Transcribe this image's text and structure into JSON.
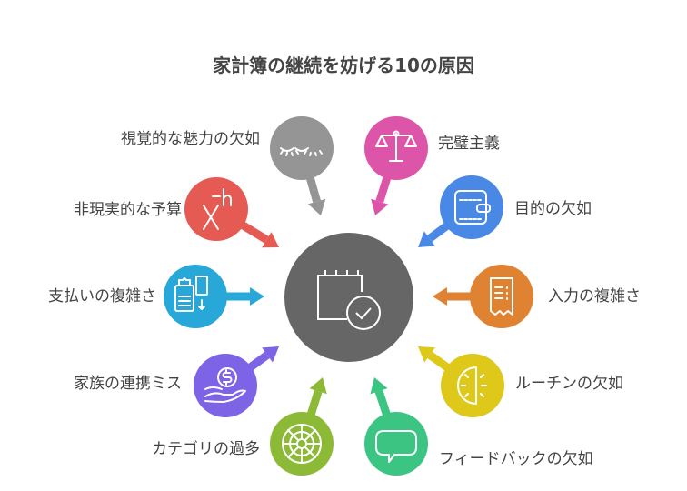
{
  "title": "家計簿の継続を妨げる10の原因",
  "center": {
    "icon": "calendar-check-icon",
    "color": "#666666"
  },
  "nodes": [
    {
      "label": "視覚的な魅力の欠如",
      "icon": "closed-eyes-icon",
      "color": "#959595"
    },
    {
      "label": "完璧主義",
      "icon": "scale-icon",
      "color": "#DD55A8"
    },
    {
      "label": "非現実的な予算",
      "icon": "formula-icon",
      "color": "#E55A52"
    },
    {
      "label": "目的の欠如",
      "icon": "wallet-icon",
      "color": "#4A88E5"
    },
    {
      "label": "支払いの複雑さ",
      "icon": "payment-terminal-icon",
      "color": "#27A8D9"
    },
    {
      "label": "入力の複雑さ",
      "icon": "receipt-icon",
      "color": "#DF8231"
    },
    {
      "label": "家族の連携ミス",
      "icon": "hand-dollar-icon",
      "color": "#7D63E6"
    },
    {
      "label": "ルーチンの欠如",
      "icon": "half-clock-icon",
      "color": "#DEC81A"
    },
    {
      "label": "カテゴリの過多",
      "icon": "category-wheel-icon",
      "color": "#8CB936"
    },
    {
      "label": "フィードバックの欠如",
      "icon": "speech-bubble-icon",
      "color": "#3CC482"
    }
  ]
}
